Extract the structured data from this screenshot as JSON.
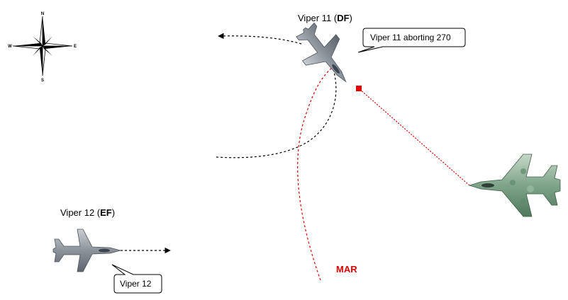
{
  "compass": {
    "n": "N",
    "s": "S",
    "e": "E",
    "w": "W"
  },
  "viper11": {
    "name": "Viper 11",
    "role": "DF",
    "callout": "Viper 11 aborting 270"
  },
  "viper12": {
    "name": "Viper 12",
    "role": "EF",
    "callout": "Viper 12"
  },
  "mar": {
    "label": "MAR",
    "color": "#e00000"
  },
  "colors": {
    "path": "#000000",
    "threat_line": "#e00000",
    "friendly_jet": "#8a9098",
    "enemy_jet": "#6f9a7c"
  }
}
